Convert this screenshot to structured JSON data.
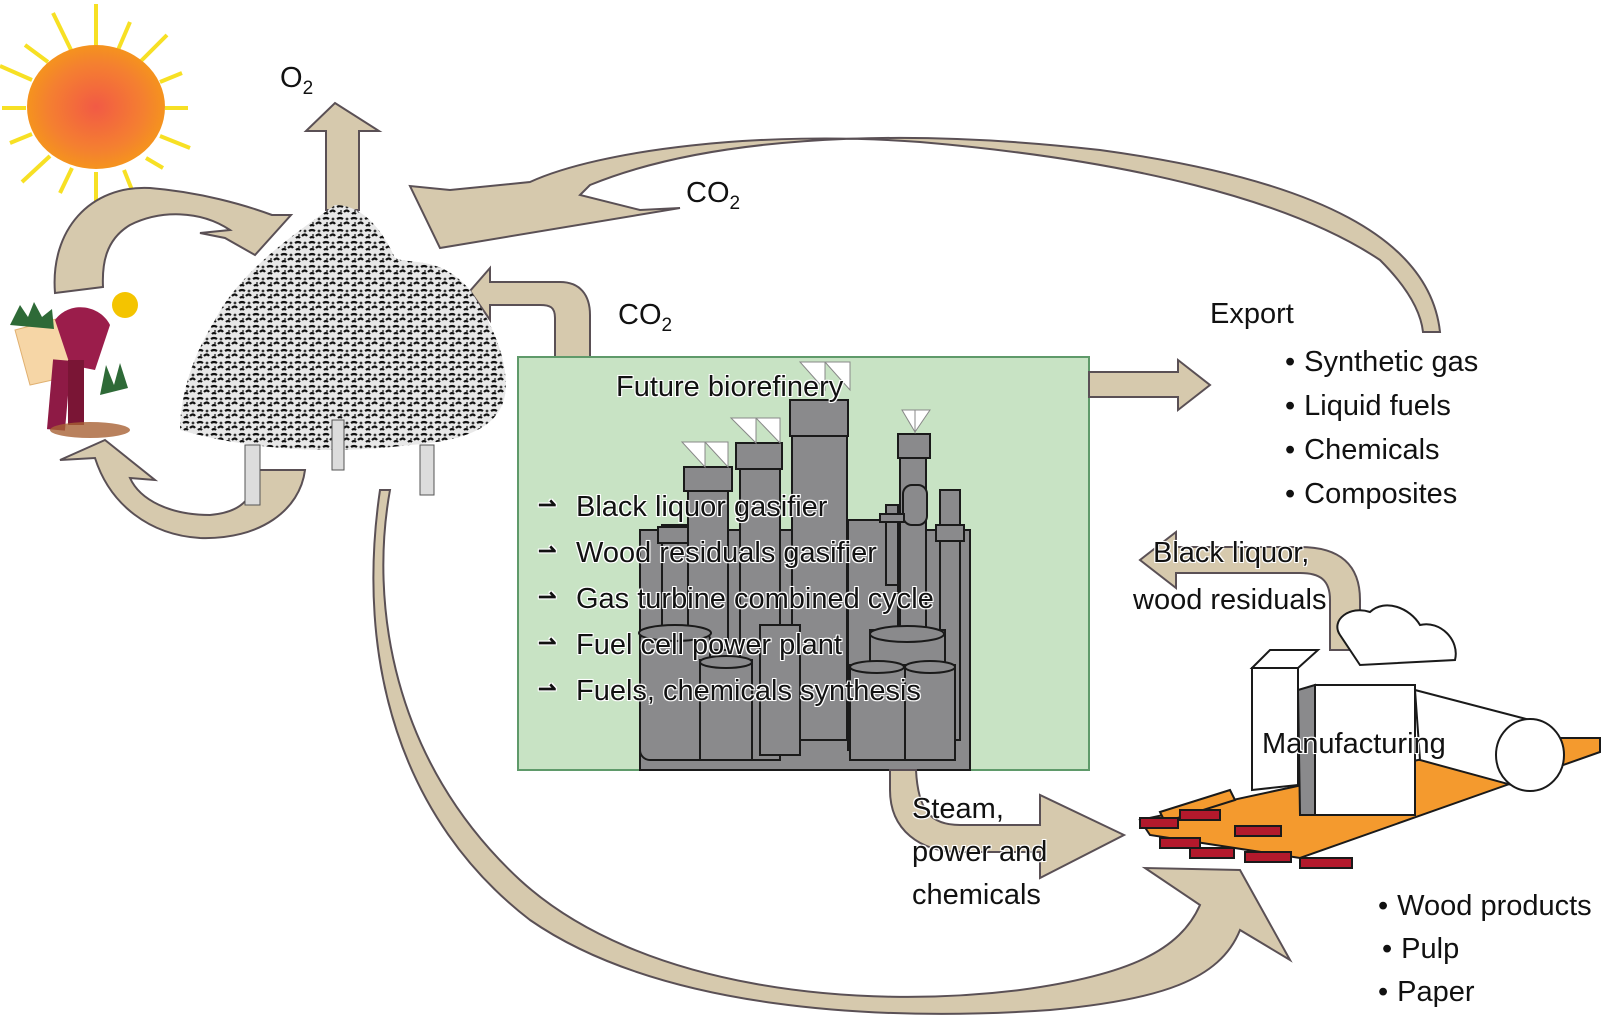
{
  "title_label": "Future biorefinery",
  "labels": {
    "o2": {
      "base": "O",
      "sub": "2"
    },
    "co2_top": {
      "base": "CO",
      "sub": "2"
    },
    "co2_mid": {
      "base": "CO",
      "sub": "2"
    },
    "export": "Export",
    "black_liquor": [
      "Black liquor,",
      "wood residuals"
    ],
    "steam": [
      "Steam,",
      "power and",
      "chemicals"
    ],
    "manufacturing": "Manufacturing"
  },
  "biorefinery_processes": [
    "Black liquor gasifier",
    "Wood residuals gasifier",
    "Gas turbine combined cycle",
    "Fuel cell power plant",
    "Fuels, chemicals synthesis"
  ],
  "export_products": [
    "Synthetic gas",
    "Liquid fuels",
    "Chemicals",
    "Composites"
  ],
  "manufactured_products": [
    "Wood products",
    "Pulp",
    "Paper"
  ],
  "icons": {
    "sun": "sun-icon",
    "trees": "forest-icon",
    "worker": "forester-planting-icon",
    "factory": "refinery-plant-icon",
    "products": "paper-products-icon"
  },
  "colors": {
    "arrow_fill": "#d6c9ad",
    "arrow_stroke": "#5a5055",
    "biorefinery_bg": "#c8e3c4",
    "biorefinery_border": "#5f9a6a",
    "sun_core": "#f36f3a",
    "sun_outer": "#f5931e",
    "sun_rays": "#f7e024",
    "plant_gray": "#8a8a8c",
    "board_orange": "#f49a2e",
    "board_red": "#b3192c"
  }
}
